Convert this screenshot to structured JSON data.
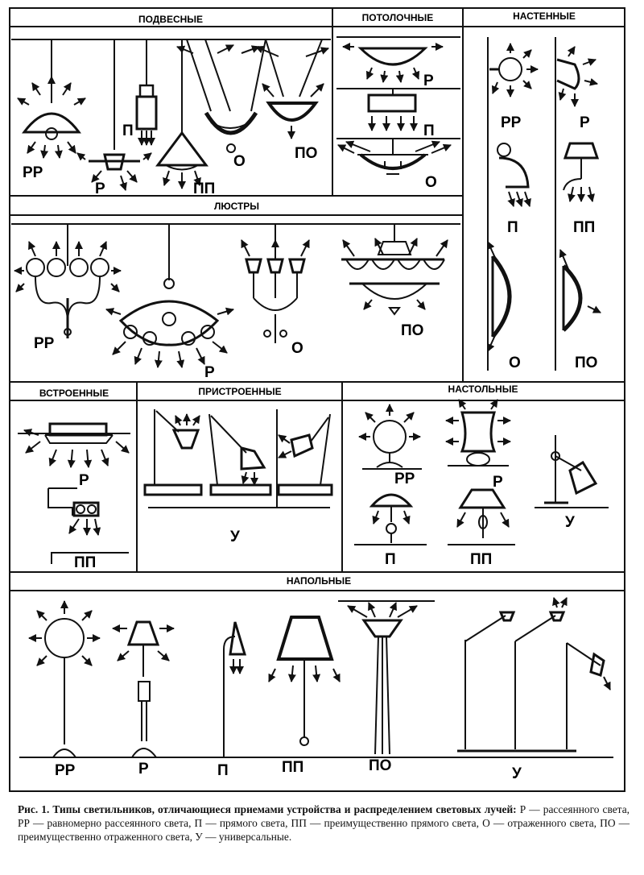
{
  "sections": {
    "hanging": "ПОДВЕСНЫЕ",
    "ceiling": "ПОТОЛОЧНЫЕ",
    "wall": "НАСТЕННЫЕ",
    "chandeliers": "ЛЮСТРЫ",
    "builtin": "ВСТРОЕННЫЕ",
    "attached": "ПРИСТРОЕННЫЕ",
    "table": "НАСТОЛЬНЫЕ",
    "floor": "НАПОЛЬНЫЕ"
  },
  "labels": {
    "hanging_1": "РР",
    "hanging_2": "Р",
    "hanging_3": "П",
    "hanging_4": "ПП",
    "hanging_5": "О",
    "hanging_6": "ПО",
    "ceiling_1": "Р",
    "ceiling_2": "П",
    "ceiling_3": "О",
    "wall_1": "РР",
    "wall_2": "Р",
    "wall_3": "П",
    "wall_4": "ПП",
    "wall_5": "О",
    "wall_6": "ПО",
    "chand_1": "РР",
    "chand_2": "Р",
    "chand_3": "О",
    "chand_4": "ПО",
    "builtin_1": "Р",
    "builtin_2": "ПП",
    "attached_1": "У",
    "table_1": "РР",
    "table_2": "Р",
    "table_3": "У",
    "table_4": "П",
    "table_5": "ПП",
    "floor_1": "РР",
    "floor_2": "Р",
    "floor_3": "П",
    "floor_4": "ПП",
    "floor_5": "ПО",
    "floor_6": "У"
  },
  "caption": {
    "title": "Рис. 1. Типы светильников, отличающиеся приемами устройства и распределением световых лучей:",
    "body": "Р — рассеянного света, РР — равномерно рассеянного света, П — прямого света, ПП — преимущественно прямого света, О — отраженного света, ПО — преимущественно отраженного света, У — универсальные."
  }
}
